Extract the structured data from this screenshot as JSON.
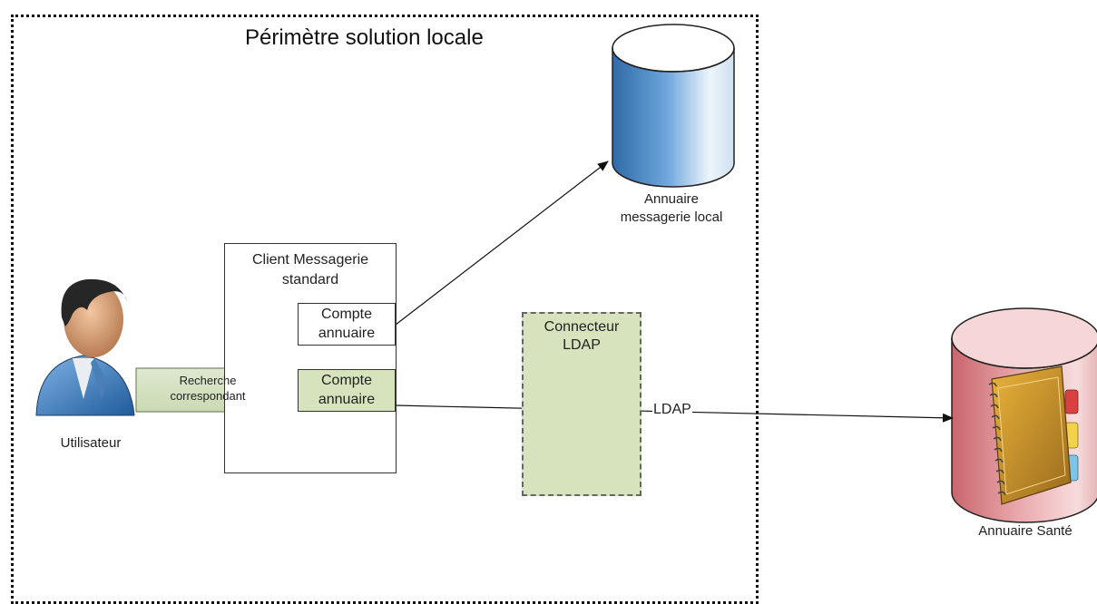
{
  "title": "Périmètre solution locale",
  "nodes": {
    "client": "Client Messagerie\nstandard",
    "compte_top": "Compte\nannuaire",
    "compte_bottom": "Compte\nannuaire",
    "connector": "Connecteur\nLDAP",
    "db_local": "Annuaire\nmessagerie local",
    "user": "Utilisateur",
    "db_sante": "Annuaire Santé"
  },
  "edges": {
    "search_arrow": "Recherche\ncorrespondant",
    "ldap": "LDAP"
  },
  "colors": {
    "green_fill": "#d6e3bc",
    "db_local_blue": "#5b8fc7",
    "db_sante_pink": "#e8a4a8"
  },
  "icons": {
    "user": "user-avatar-icon",
    "address_book": "address-book-icon"
  }
}
